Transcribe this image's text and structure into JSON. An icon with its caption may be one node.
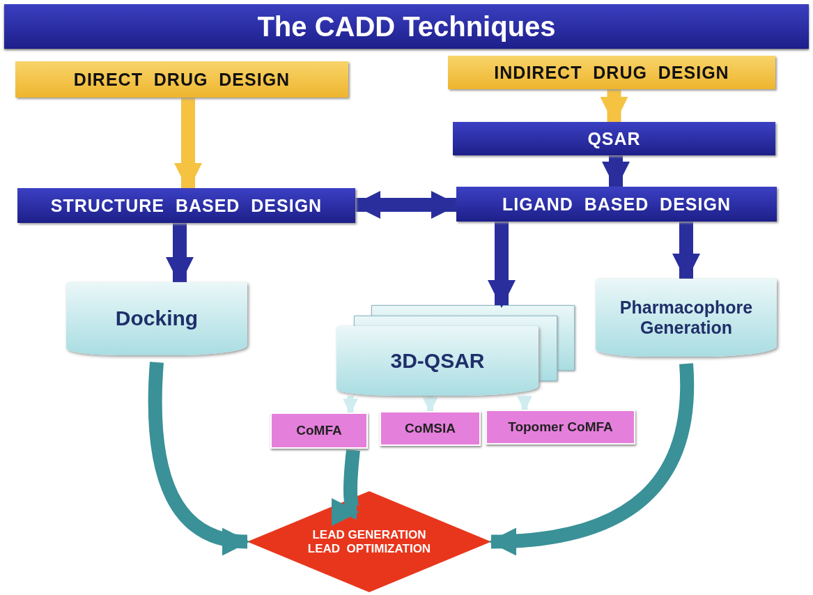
{
  "diagram": {
    "title": "The CADD Techniques",
    "nodes": [
      {
        "text": [
          "DIRECT  DRUG  DESIGN"
        ]
      },
      {
        "text": [
          "INDIRECT  DRUG  DESIGN"
        ]
      },
      {
        "text": [
          "QSAR"
        ]
      },
      {
        "text": [
          "STRUCTURE  BASED  DESIGN"
        ]
      },
      {
        "text": [
          "LIGAND  BASED  DESIGN"
        ]
      },
      {
        "text": [
          "Docking"
        ]
      },
      {
        "text": [
          "3D-QSAR"
        ]
      },
      {
        "text": [
          "Pharmacophore Generation"
        ]
      },
      {
        "text": [
          "CoMFA"
        ]
      },
      {
        "text": [
          "CoMSIA"
        ]
      },
      {
        "text": [
          "Topomer CoMFA"
        ]
      },
      {
        "text": [
          "LEAD GENERATION",
          "LEAD  OPTIMIZATION"
        ]
      }
    ],
    "edges": [
      {
        "from": 0,
        "to": 3,
        "arrow": "to",
        "color": "#f5c242"
      },
      {
        "from": 1,
        "to": 2,
        "arrow": "to",
        "color": "#f5c242"
      },
      {
        "from": 2,
        "to": 4,
        "arrow": "to"
      },
      {
        "from": 3,
        "to": 4,
        "arrow": "both"
      },
      {
        "from": 3,
        "to": 5,
        "arrow": "to"
      },
      {
        "from": 4,
        "to": 6,
        "arrow": "to"
      },
      {
        "from": 4,
        "to": 7,
        "arrow": "to"
      },
      {
        "from": 6,
        "to": 8,
        "arrow": "to",
        "color": "#cfecef"
      },
      {
        "from": 6,
        "to": 9,
        "arrow": "to",
        "color": "#cfecef"
      },
      {
        "from": 6,
        "to": 10,
        "arrow": "to",
        "color": "#cfecef"
      },
      {
        "from": 5,
        "to": 11,
        "arrow": "to",
        "color": "#3a9198"
      },
      {
        "from": 8,
        "to": 11,
        "arrow": "to",
        "color": "#3a9198"
      },
      {
        "from": 7,
        "to": 11,
        "arrow": "to",
        "color": "#3a9198"
      }
    ]
  }
}
